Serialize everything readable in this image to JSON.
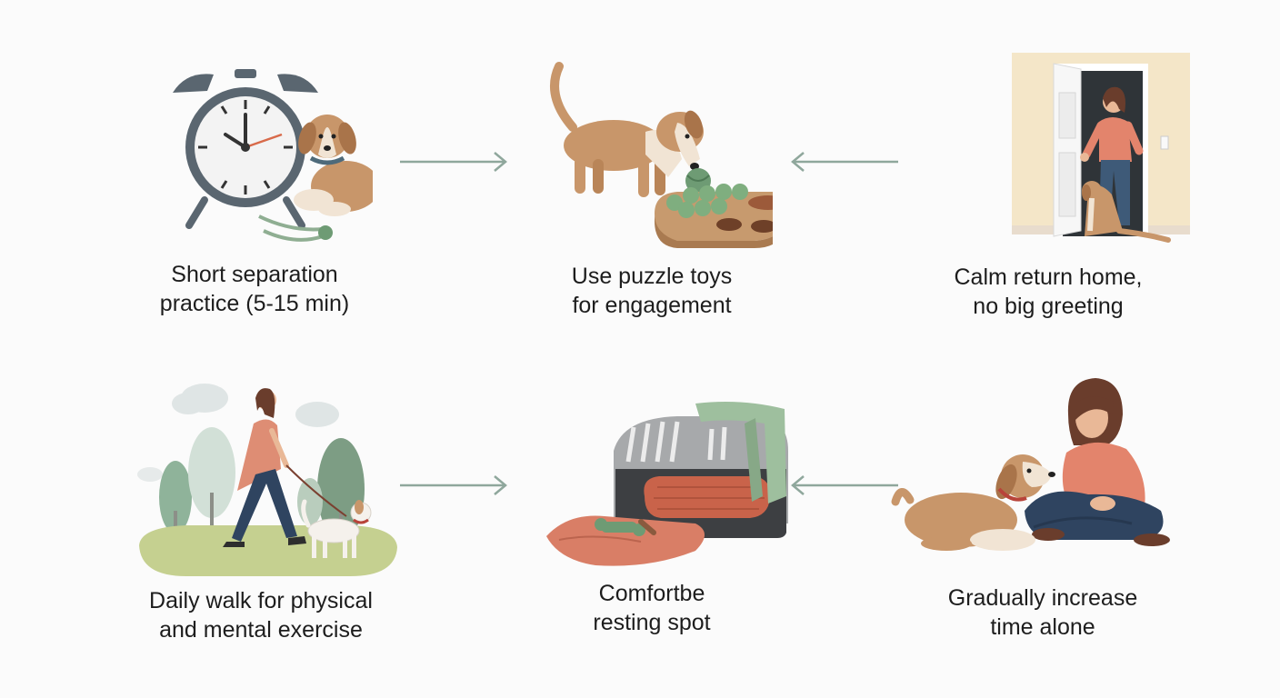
{
  "steps": [
    {
      "id": "short-separation",
      "line1": "Short separation",
      "line2": "practice (5-15 min)",
      "icon": "alarm-clock-dog-icon"
    },
    {
      "id": "puzzle-toys",
      "line1": "Use puzzle toys",
      "line2": "for engagement",
      "icon": "dog-puzzle-toy-icon"
    },
    {
      "id": "calm-return",
      "line1": "Calm return home,",
      "line2": "no big greeting",
      "icon": "person-doorway-dog-icon"
    },
    {
      "id": "daily-walk",
      "line1": "Daily walk for physical",
      "line2": "and mental exercise",
      "icon": "person-walking-dog-icon"
    },
    {
      "id": "resting-spot",
      "line1": "Comfortbe",
      "line2": "resting spot",
      "icon": "dog-crate-blanket-icon"
    },
    {
      "id": "increase-time",
      "line1": "Gradually increase",
      "line2": "time alone",
      "icon": "person-sitting-dog-icon"
    }
  ],
  "colors": {
    "arrow": "#8fa79c",
    "text": "#1d1d1d",
    "dog_fur": "#c8966a",
    "sage": "#8fae92",
    "terracotta": "#d97e66"
  }
}
